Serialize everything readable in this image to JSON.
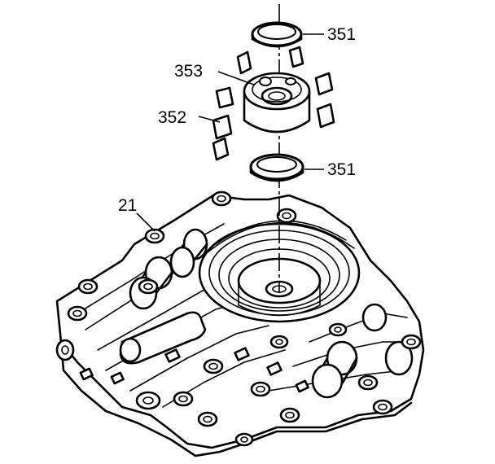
{
  "callouts": {
    "top_seal": "351",
    "bottom_seal": "351",
    "servo_body": "353",
    "vanes": "352",
    "valve_body": "21"
  }
}
